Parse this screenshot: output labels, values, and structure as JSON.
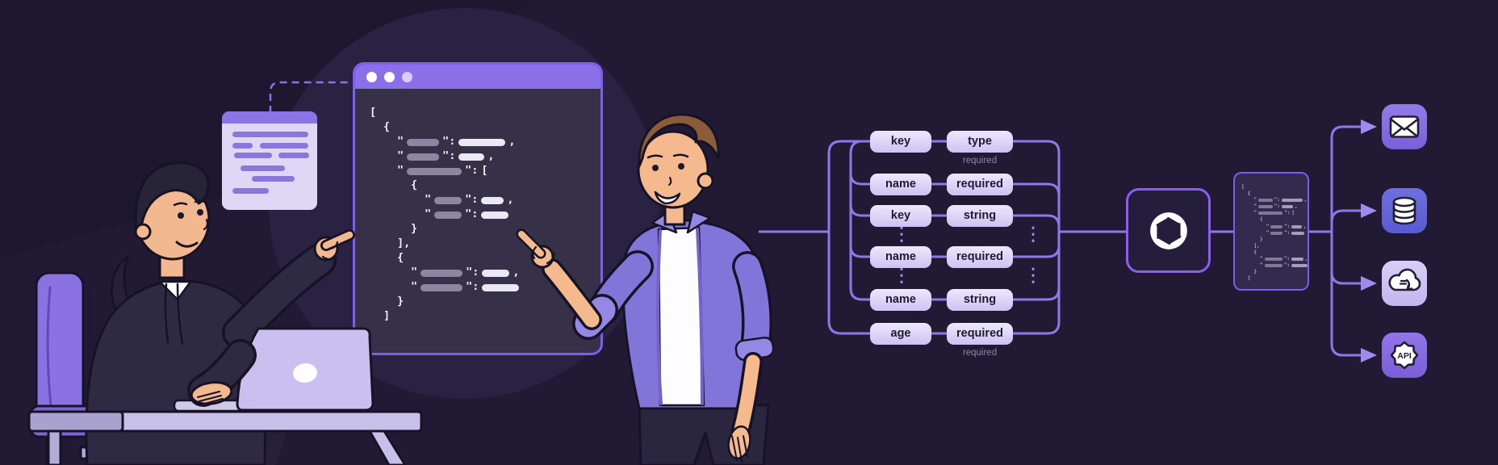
{
  "palette": {
    "background": "#221a35",
    "glow": "#2a2243",
    "connector_line": "#8c79e6",
    "dotted_line": "#a392ec",
    "dashed_line": "#8b74e4",
    "window_bar": "#8a6fe8",
    "window_body": "#373049",
    "window_border": "#7c5ff0",
    "node_fill": "#cfc5f4",
    "node_text": "#201a30",
    "caption_text": "#8f86a8",
    "ai_border": "#8b5cf6",
    "note_header": "#8b74e4",
    "note_body": "#ded8f6",
    "tile_email": "#8371e0",
    "tile_database": "#6165d8",
    "tile_cloud": "#cdc2f2",
    "tile_api": "#8468e0"
  },
  "editor": {
    "window_dots": [
      "#fdfdff",
      "#fdfdff",
      "#d9cdf6"
    ],
    "code_lines": [
      {
        "i": 0,
        "t": "["
      },
      {
        "i": 1,
        "t": "{"
      },
      {
        "i": 2,
        "k": 40,
        "v": 58,
        "c": true
      },
      {
        "i": 2,
        "k": 40,
        "v": 32,
        "c": true
      },
      {
        "i": 2,
        "k": 68,
        "arr": true
      },
      {
        "i": 3,
        "t": "{"
      },
      {
        "i": 4,
        "k": 34,
        "v": 28,
        "c": true
      },
      {
        "i": 4,
        "k": 34,
        "v": 34,
        "c": false
      },
      {
        "i": 3,
        "t": "}"
      },
      {
        "i": 2,
        "t": "],"
      },
      {
        "i": 2,
        "t": "{"
      },
      {
        "i": 3,
        "k": 52,
        "v": 34,
        "c": true
      },
      {
        "i": 3,
        "k": 52,
        "v": 46,
        "c": false
      },
      {
        "i": 2,
        "t": "}"
      },
      {
        "i": 1,
        "t": "]"
      }
    ]
  },
  "sticky_note": {
    "lines": [
      {
        "y": 25,
        "segs": [
          [
            13,
            94
          ]
        ]
      },
      {
        "y": 39,
        "segs": [
          [
            13,
            25
          ],
          [
            47,
            60
          ]
        ]
      },
      {
        "y": 51,
        "segs": [
          [
            15,
            47
          ],
          [
            70,
            38
          ]
        ]
      },
      {
        "y": 67,
        "segs": [
          [
            23,
            55
          ]
        ]
      },
      {
        "y": 80,
        "segs": [
          [
            37,
            53
          ]
        ]
      },
      {
        "y": 95,
        "segs": [
          [
            13,
            45
          ]
        ]
      }
    ]
  },
  "schema": {
    "rows": [
      {
        "left": "key",
        "right": "type",
        "caption": "required"
      },
      {
        "left": "name",
        "right": "required"
      },
      {
        "left": "key",
        "right": "string"
      },
      {
        "left": "name",
        "right": "required"
      },
      {
        "left": "name",
        "right": "string"
      },
      {
        "left": "age",
        "right": "required",
        "caption": "required"
      }
    ]
  },
  "ai_node": {
    "icon": "openai-logo"
  },
  "outputs": [
    {
      "icon": "email-icon"
    },
    {
      "icon": "database-icon"
    },
    {
      "icon": "cloud-download-icon"
    },
    {
      "icon": "api-badge-icon",
      "label": "API"
    }
  ]
}
